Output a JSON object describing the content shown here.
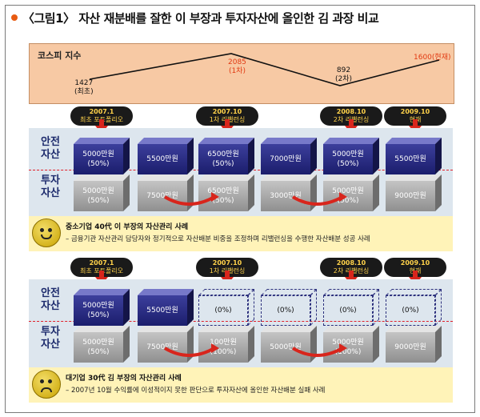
{
  "title": "〈그림1〉 자산 재분배를 잘한 이 부장과 투자자산에 올인한 김 과장 비교",
  "kospi": {
    "label": "코스피 지수",
    "points": [
      {
        "value": "1427",
        "note": "(최초)"
      },
      {
        "value": "2085",
        "note": "(1차)"
      },
      {
        "value": "892",
        "note": "(2차)"
      },
      {
        "value": "1600(현재)",
        "note": ""
      }
    ]
  },
  "row_labels": {
    "safe": "안전\n자산",
    "invest": "투자\n자산"
  },
  "tags": [
    {
      "date": "2007.1",
      "text": "최초 포트폴리오"
    },
    {
      "date": "2007.10",
      "text": "1차 리밸런싱"
    },
    {
      "date": "2008.10",
      "text": "2차 리밸런싱"
    },
    {
      "date": "2009.10",
      "text": "현재"
    }
  ],
  "panel1": {
    "safe": [
      {
        "amount": "5000만원",
        "pct": "(50%)"
      },
      {
        "amount": "5500만원",
        "pct": ""
      },
      {
        "amount": "6500만원",
        "pct": "(50%)"
      },
      {
        "amount": "7000만원",
        "pct": ""
      },
      {
        "amount": "5000만원",
        "pct": "(50%)"
      },
      {
        "amount": "5500만원",
        "pct": ""
      }
    ],
    "invest": [
      {
        "amount": "5000만원",
        "pct": "(50%)"
      },
      {
        "amount": "7500만원",
        "pct": ""
      },
      {
        "amount": "6500만원",
        "pct": "(50%)"
      },
      {
        "amount": "3000만원",
        "pct": ""
      },
      {
        "amount": "5000만원",
        "pct": "(50%)"
      },
      {
        "amount": "9000만원",
        "pct": ""
      }
    ],
    "note_title": "중소기업 40代 이 부장의 자산관리 사례",
    "note_sub": "– 금융기관 자산관리 담당자와 정기적으로 자산배분 비중을 조정하며 리밸런싱을 수행한 자산배분 성공 사례"
  },
  "panel2": {
    "safe": [
      {
        "amount": "5000만원",
        "pct": "(50%)"
      },
      {
        "amount": "5500만원",
        "pct": ""
      },
      {
        "amount": "",
        "pct": "(0%)"
      },
      {
        "amount": "",
        "pct": "(0%)"
      },
      {
        "amount": "",
        "pct": "(0%)"
      },
      {
        "amount": "",
        "pct": "(0%)"
      }
    ],
    "invest": [
      {
        "amount": "5000만원",
        "pct": "(50%)"
      },
      {
        "amount": "7500만원",
        "pct": ""
      },
      {
        "amount": "100만원",
        "pct": "(100%)"
      },
      {
        "amount": "5000만원",
        "pct": ""
      },
      {
        "amount": "5000만원",
        "pct": "(100%)"
      },
      {
        "amount": "9000만원",
        "pct": ""
      }
    ],
    "note_title": "대기업 30代 김 부장의 자산관리 사례",
    "note_sub": "– 2007년 10월 수익률에 이성적이지 못한 판단으로 투자자산에 올인한 자산배분 실패 사례"
  }
}
